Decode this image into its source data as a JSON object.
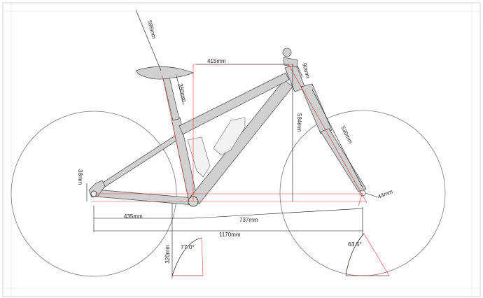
{
  "dimensions": {
    "seatpost_length": "595mm",
    "reach": "415mm",
    "head_tube": "90mm",
    "seat_tube_exposed": "350mm",
    "stack": "584mm",
    "fork_length": "530mm",
    "bb_drop": "38mm",
    "fork_offset": "44mm",
    "chainstay": "435mm",
    "front_center": "737mm",
    "wheelbase": "1170mm",
    "standover_offset": "320mm"
  },
  "angles": {
    "seat_angle": "77.0°",
    "head_angle": "63.5°"
  },
  "colors": {
    "frame": "#d0d0d0",
    "dimension_line": "#111111",
    "reference_line": "#e23a3a"
  }
}
